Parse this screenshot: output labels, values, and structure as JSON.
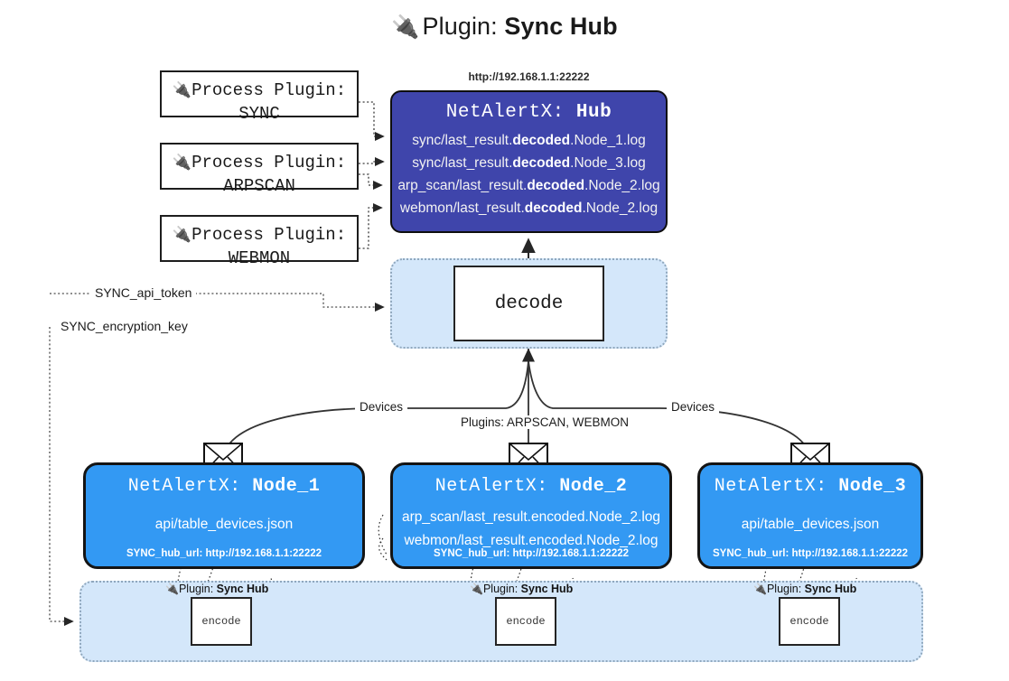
{
  "title": {
    "icon": "plug-icon",
    "prefix": "Plugin:",
    "name": "Sync Hub"
  },
  "colors": {
    "hub_fill": "#3f45ab",
    "node_fill": "#3399f3",
    "band_fill": "#d4e7fa",
    "band_border": "#8fa7bd",
    "box_border": "#1d1d1d",
    "text_dark": "#1a1a1a",
    "text_light": "#ffffff"
  },
  "process_plugins": [
    {
      "icon": "plug-icon",
      "label": "Process Plugin:",
      "name": "SYNC"
    },
    {
      "icon": "plug-icon",
      "label": "Process Plugin:",
      "name": "ARPSCAN"
    },
    {
      "icon": "plug-icon",
      "label": "Process Plugin:",
      "name": "WEBMON"
    }
  ],
  "hub": {
    "url": "http://192.168.1.1:22222",
    "title_prefix": "NetAlertX:",
    "title_name": "Hub",
    "logs": [
      {
        "pre": "sync/last_result.",
        "em": "decoded",
        "post": ".Node_1.log"
      },
      {
        "pre": "sync/last_result.",
        "em": "decoded",
        "post": ".Node_3.log"
      },
      {
        "pre": "arp_scan/last_result.",
        "em": "decoded",
        "post": ".Node_2.log"
      },
      {
        "pre": "webmon/last_result.",
        "em": "decoded",
        "post": ".Node_2.log"
      }
    ]
  },
  "decode": {
    "label": "decode"
  },
  "secrets": [
    {
      "label": "SYNC_api_token"
    },
    {
      "label": "SYNC_encryption_key"
    }
  ],
  "edge_labels": {
    "devices_left": "Devices",
    "devices_right": "Devices",
    "plugins_center": "Plugins: ARPSCAN, WEBMON"
  },
  "nodes": [
    {
      "icon": "envelope-icon",
      "title_prefix": "NetAlertX:",
      "title_name": "Node_1",
      "lines": [
        "api/table_devices.json"
      ],
      "footer": "SYNC_hub_url: http://192.168.1.1:22222"
    },
    {
      "icon": "envelope-icon",
      "title_prefix": "NetAlertX:",
      "title_name": "Node_2",
      "lines": [
        "arp_scan/last_result.encoded.Node_2.log",
        "webmon/last_result.encoded.Node_2.log"
      ],
      "footer": "SYNC_hub_url: http://192.168.1.1:22222"
    },
    {
      "icon": "envelope-icon",
      "title_prefix": "NetAlertX:",
      "title_name": "Node_3",
      "lines": [
        "api/table_devices.json"
      ],
      "footer": "SYNC_hub_url: http://192.168.1.1:22222"
    }
  ],
  "encoders": [
    {
      "icon": "plug-icon",
      "label_prefix": "Plugin:",
      "label_name": "Sync Hub",
      "box": "encode"
    },
    {
      "icon": "plug-icon",
      "label_prefix": "Plugin:",
      "label_name": "Sync Hub",
      "box": "encode"
    },
    {
      "icon": "plug-icon",
      "label_prefix": "Plugin:",
      "label_name": "Sync Hub",
      "box": "encode"
    }
  ]
}
